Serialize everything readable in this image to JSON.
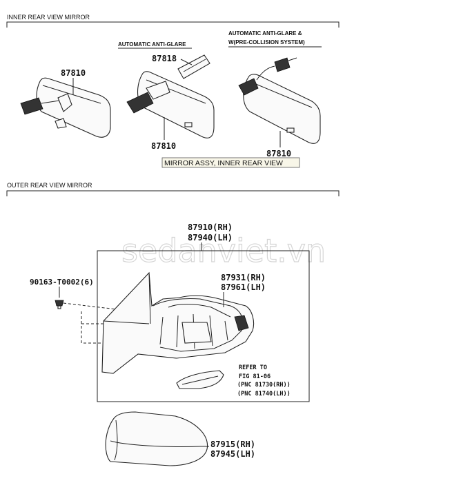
{
  "sections": {
    "inner": "INNER REAR VIEW MIRROR",
    "outer": "OUTER REAR VIEW MIRROR"
  },
  "inner": {
    "sub_auto": "AUTOMATIC ANTI-GLARE",
    "sub_auto_pcs_1": "AUTOMATIC ANTI-GLARE &",
    "sub_auto_pcs_2": "W(PRE-COLLISION SYSTEM)",
    "p_mirror_1": "87810",
    "p_cover": "87818",
    "p_mirror_2": "87810",
    "p_mirror_3": "87810",
    "tooltip": "MIRROR ASSY, INNER REAR VIEW"
  },
  "outer": {
    "p_assy_rh": "87910(RH)",
    "p_assy_lh": "87940(LH)",
    "p_screw": "90163-T0002(6)",
    "p_sub_rh": "87931(RH)",
    "p_sub_lh": "87961(LH)",
    "ref_1": "REFER TO",
    "ref_2": "FIG 81-06",
    "ref_3": "(PNC 81730(RH))",
    "ref_4": "(PNC 81740(LH))",
    "p_cover_rh": "87915(RH)",
    "p_cover_lh": "87945(LH)"
  },
  "watermark": "sedanviet.vn"
}
